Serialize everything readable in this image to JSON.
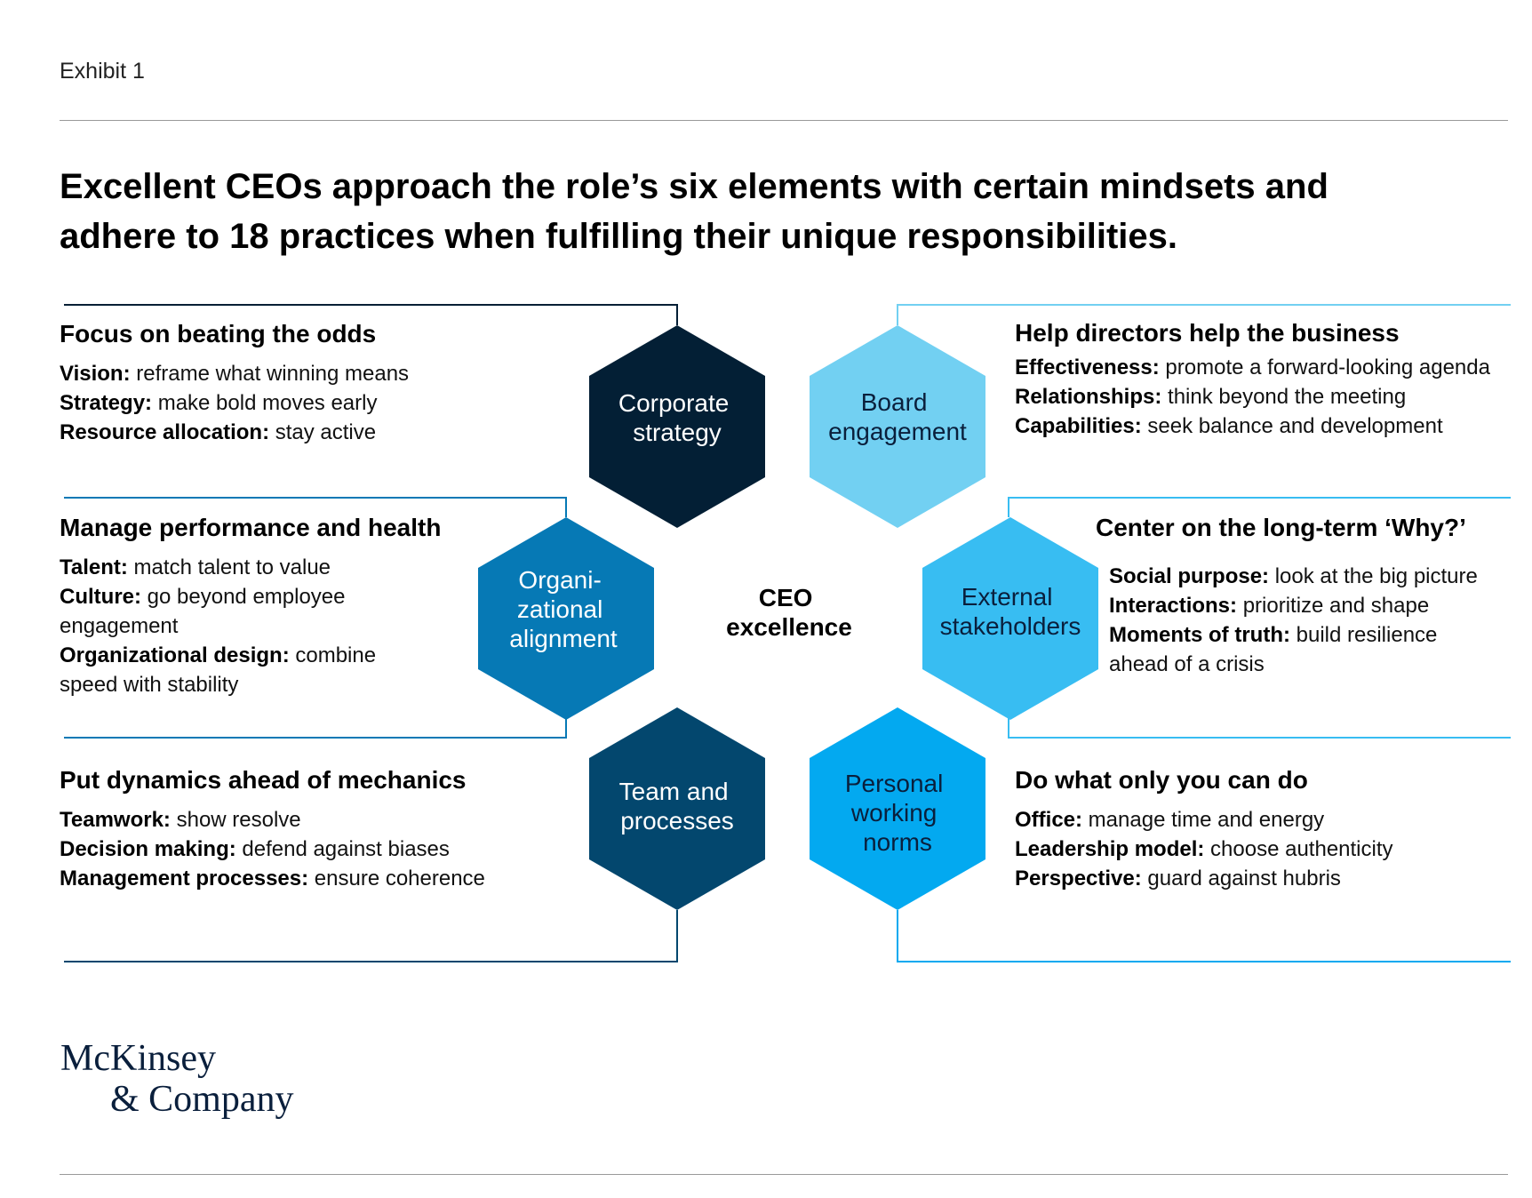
{
  "exhibit_label": "Exhibit 1",
  "title": {
    "line1": "Excellent CEOs approach the role’s six elements with certain mindsets and",
    "line2": "adhere to 18 practices when fulfilling their unique responsibilities."
  },
  "center": {
    "line1": "CEO",
    "line2": "excellence"
  },
  "colors": {
    "corporate_strategy": "#031f35",
    "board_engagement": "#72d0f2",
    "organizational_alignment": "#0679b5",
    "external_stakeholders": "#38bdf2",
    "team_and_processes": "#03476e",
    "personal_working_norms": "#03a9f0"
  },
  "hexagons": {
    "corporate_strategy": {
      "lines": [
        "Corporate",
        "strategy"
      ]
    },
    "board_engagement": {
      "lines": [
        "Board",
        "engagement"
      ]
    },
    "organizational_alignment": {
      "lines": [
        "Organi-",
        "zational",
        "alignment"
      ]
    },
    "external_stakeholders": {
      "lines": [
        "External",
        "stakeholders"
      ]
    },
    "team_and_processes": {
      "lines": [
        "Team and",
        "processes"
      ]
    },
    "personal_working_norms": {
      "lines": [
        "Personal",
        "working",
        "norms"
      ]
    }
  },
  "blocks": {
    "corporate_strategy": {
      "heading": "Focus on beating the odds",
      "items": [
        {
          "label": "Vision:",
          "text": " reframe what winning means"
        },
        {
          "label": "Strategy:",
          "text": " make bold moves early"
        },
        {
          "label": "Resource allocation:",
          "text": " stay active"
        }
      ]
    },
    "organizational_alignment": {
      "heading": "Manage performance and health",
      "items": [
        {
          "label": "Talent:",
          "text": " match talent to value"
        },
        {
          "label": "Culture:",
          "text": " go beyond employee engagement"
        },
        {
          "label": "Organizational design:",
          "text": " combine speed with stability"
        }
      ]
    },
    "team_and_processes": {
      "heading": "Put dynamics ahead of mechanics",
      "items": [
        {
          "label": "Teamwork:",
          "text": " show resolve"
        },
        {
          "label": "Decision making:",
          "text": " defend against biases"
        },
        {
          "label": "Management processes:",
          "text": " ensure coherence"
        }
      ]
    },
    "board_engagement": {
      "heading": "Help directors help the business",
      "items": [
        {
          "label": "Effectiveness:",
          "text": " promote a forward-looking agenda"
        },
        {
          "label": "Relationships:",
          "text": " think beyond the meeting"
        },
        {
          "label": "Capabilities:",
          "text": " seek balance and development"
        }
      ]
    },
    "external_stakeholders": {
      "heading": "Center on the long-term ‘Why?’",
      "items": [
        {
          "label": "Social purpose:",
          "text": " look at the big picture"
        },
        {
          "label": "Interactions:",
          "text": " prioritize and shape"
        },
        {
          "label": "Moments of truth:",
          "text": " build resilience ahead of a crisis"
        }
      ]
    },
    "personal_working_norms": {
      "heading": "Do what only you can do",
      "items": [
        {
          "label": "Office:",
          "text": " manage time and energy"
        },
        {
          "label": "Leadership model:",
          "text": " choose authenticity"
        },
        {
          "label": "Perspective:",
          "text": " guard against hubris"
        }
      ]
    }
  },
  "logo": {
    "line1": "McKinsey",
    "line2": "& Company"
  }
}
